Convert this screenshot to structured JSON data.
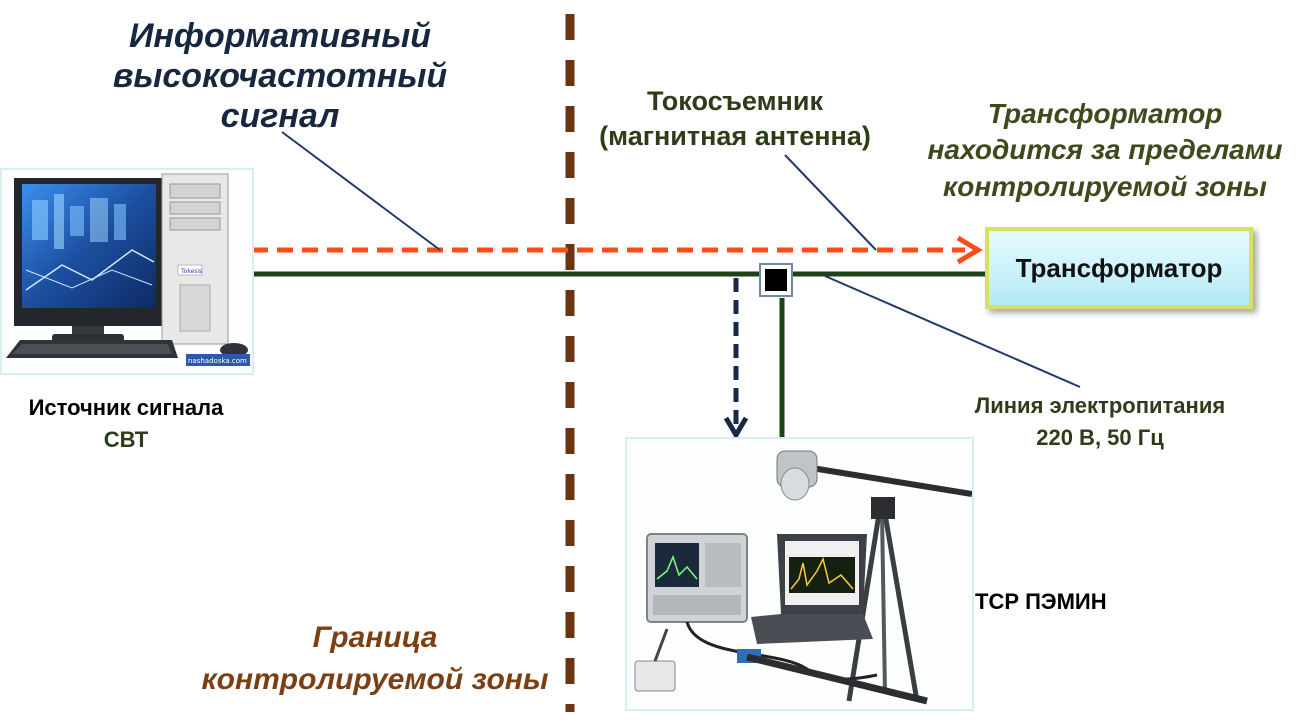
{
  "labels": {
    "signal_line1": "Информативный",
    "signal_line2": "высокочастотный",
    "signal_line3": "сигнал",
    "sensor_line1": "Токосъемник",
    "sensor_line2": "(магнитная антенна)",
    "trans_note_line1": "Трансформатор",
    "trans_note_line2": "находится за пределами",
    "trans_note_line3": "контролируемой зоны",
    "transformer_box": "Трансформатор",
    "source_line1": "Источник сигнала",
    "source_line2": "СВТ",
    "power_line1": "Линия электропитания",
    "power_line2": "220 В, 50 Гц",
    "tsr": "ТСР ПЭМИН",
    "border_line1": "Граница",
    "border_line2": "контролируемой зоны"
  },
  "computer": {
    "brand": "Tokesis",
    "watermark": "nashadoska.com"
  },
  "colors": {
    "signal_arrow": "#ff4a1a",
    "power_line": "#1d4216",
    "zone_border": "#6b3410",
    "probe_arrow": "#17284a",
    "leader_line": "#203a6b",
    "transformer_border": "#d9df5e",
    "transformer_fill": "#c8f1fa"
  }
}
